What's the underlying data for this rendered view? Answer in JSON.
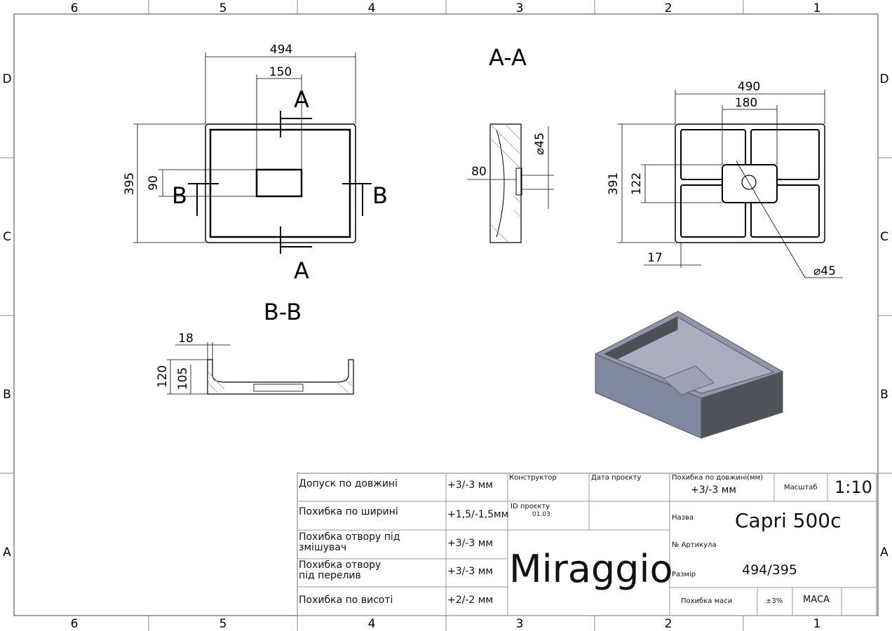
{
  "frame": {
    "columns": [
      "6",
      "5",
      "4",
      "3",
      "2",
      "1"
    ],
    "rows": [
      "D",
      "C",
      "B",
      "A"
    ]
  },
  "views": {
    "plan": {
      "width": "494",
      "hole_width": "150",
      "height": "395",
      "hole_height": "90",
      "section_mark_a": "A",
      "section_mark_b": "B"
    },
    "section_aa": {
      "title": "A-A",
      "depth": "80",
      "drain_diameter": "⌀45"
    },
    "section_bb": {
      "title": "B-B",
      "wall": "18",
      "total_height": "120",
      "inner_depth": "105"
    },
    "bottom": {
      "width": "490",
      "center_width": "180",
      "height": "391",
      "center_height": "122",
      "offset": "17",
      "drain_diameter": "⌀45"
    }
  },
  "title_block": {
    "tolerances": [
      {
        "label": "Допуск по довжині",
        "value": "+3/-3 мм"
      },
      {
        "label": "Похибка по ширині",
        "value": "+1,5/-1,5мм"
      },
      {
        "label": "Похибка отвору під змішувач",
        "value": "+3/-3 мм"
      },
      {
        "label": "Похибка отвору під перелив",
        "value": "+3/-3 мм"
      },
      {
        "label": "Похибка по висоті",
        "value": "+2/-2 мм"
      }
    ],
    "designer_label": "Конструктор",
    "date_label": "Дата проєкту",
    "project_id_label": "ID проєкту",
    "project_id": "01.03",
    "brand": "Miraggio",
    "length_tol_label": "Похибка по довжині(мм)",
    "length_tol_value": "+3/-3 мм",
    "scale_label": "Масштаб",
    "scale": "1:10",
    "name_label": "Назва",
    "name": "Capri 500c",
    "article_label": "№ Артикула",
    "size_label": "Размір",
    "size": "494/395",
    "mass_tol_label": "Похибка маси",
    "mass_tol": "±3%",
    "mass_label": "МАСА"
  }
}
